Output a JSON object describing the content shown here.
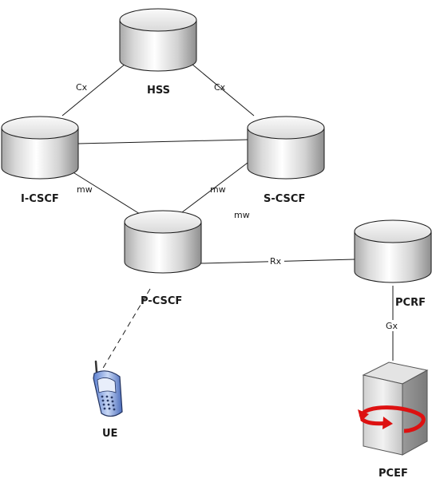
{
  "nodes": {
    "hss": {
      "label": "HSS"
    },
    "icscf": {
      "label": "I-CSCF"
    },
    "scscf": {
      "label": "S-CSCF"
    },
    "pcscf": {
      "label": "P-CSCF"
    },
    "pcrf": {
      "label": "PCRF"
    },
    "ue": {
      "label": "UE"
    },
    "pcef": {
      "label": "PCEF"
    }
  },
  "links": {
    "hss_icscf": {
      "label": "Cx"
    },
    "hss_scscf": {
      "label": "Cx"
    },
    "icscf_pcscf": {
      "label": "mw"
    },
    "scscf_pcscf": {
      "label": "mw"
    },
    "scscf_mw_extra": {
      "label": "mw"
    },
    "pcscf_pcrf": {
      "label": "Rx"
    },
    "pcrf_pcef": {
      "label": "Gx"
    }
  }
}
